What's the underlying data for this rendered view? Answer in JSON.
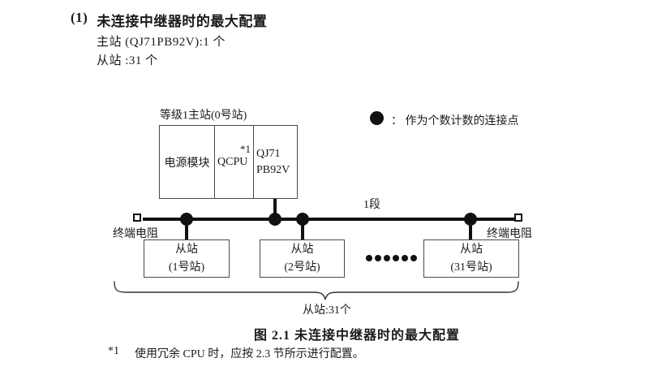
{
  "heading": {
    "number": "(1)",
    "title": "未连接中继器时的最大配置"
  },
  "specs": [
    "主站 (QJ71PB92V):1 个",
    "从站 :31 个"
  ],
  "diagram": {
    "master_label": "等级1主站(0号站)",
    "master_cells": {
      "power": "电源模块",
      "cpu": "QCPU",
      "cpu_note": "*1",
      "pb_line1": "QJ71",
      "pb_line2": "PB92V"
    },
    "legend": {
      "text": "：  作为个数计数的连接点"
    },
    "segment_label": "1段",
    "terminator_left_label": "终端电阻",
    "terminator_right_label": "终端电阻",
    "slaves": [
      {
        "line1": "从站",
        "line2": "(1号站)"
      },
      {
        "line1": "从站",
        "line2": "(2号站)"
      },
      {
        "line1": "从站",
        "line2": "(31号站)"
      }
    ],
    "brace_label": "从站:31个"
  },
  "caption": "图 2.1 未连接中继器时的最大配置",
  "footnote": {
    "marker": "*1",
    "text": "使用冗余 CPU 时，应按 2.3 节所示进行配置。"
  },
  "colors": {
    "ink": "#111111",
    "border": "#4a4a4a",
    "background": "#ffffff"
  }
}
